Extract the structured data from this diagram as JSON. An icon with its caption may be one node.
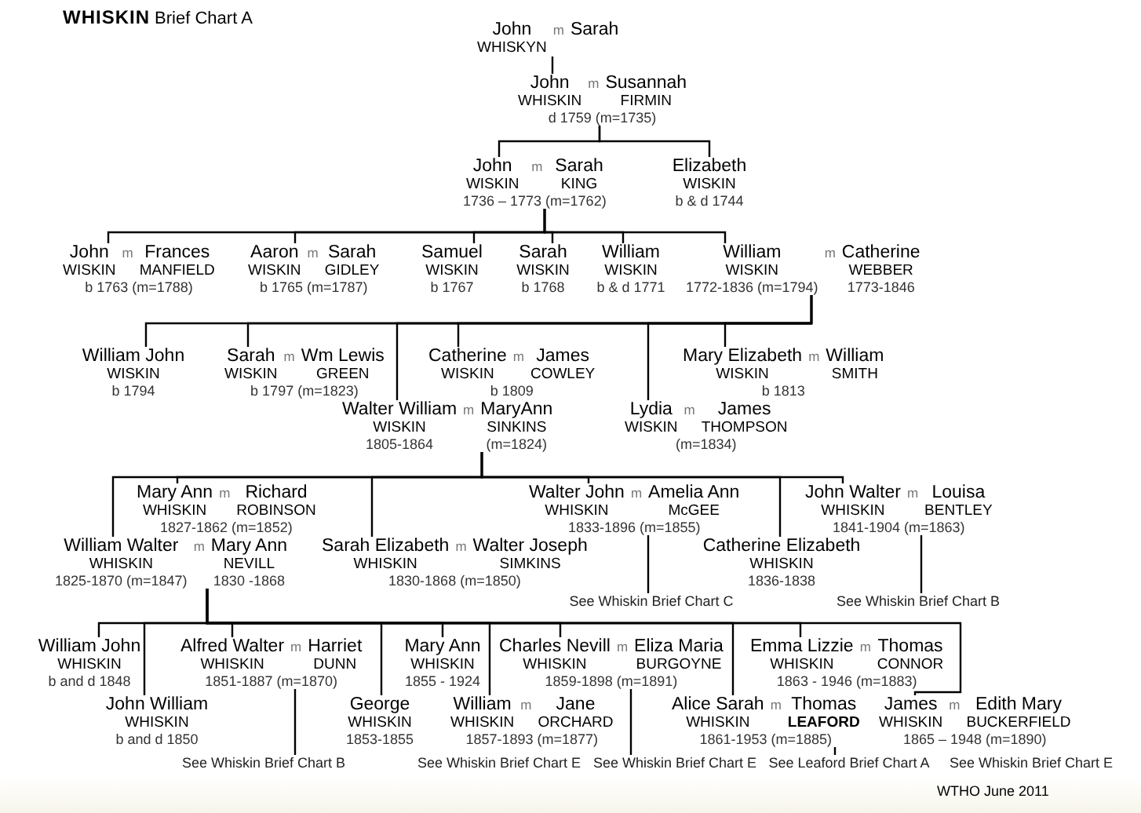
{
  "diagram": {
    "title": "**WHISKIN** Brief Chart A",
    "nodes": [
      {
        "text": [
          "John",
          "m",
          "Sarah",
          "WHISKYN"
        ]
      },
      {
        "text": [
          "John",
          "m",
          "Susannah",
          "WHISKIN",
          "FIRMIN",
          "d 1759 (m=1735)"
        ]
      },
      {
        "text": [
          "John",
          "m",
          "Sarah",
          "WISKIN",
          "KING",
          "1736 – 1773 (m=1762)"
        ]
      },
      {
        "text": [
          "Elizabeth",
          "WISKIN",
          "b & d 1744"
        ]
      },
      {
        "text": [
          "John",
          "m",
          "Frances",
          "WISKIN",
          "MANFIELD",
          "b 1763 (m=1788)"
        ]
      },
      {
        "text": [
          "Aaron",
          "m",
          "Sarah",
          "WISKIN",
          "GIDLEY",
          "b 1765 (m=1787)"
        ]
      },
      {
        "text": [
          "Samuel",
          "WISKIN",
          "b 1767"
        ]
      },
      {
        "text": [
          "Sarah",
          "WISKIN",
          "b 1768"
        ]
      },
      {
        "text": [
          "William",
          "WISKIN",
          "b & d 1771"
        ]
      },
      {
        "text": [
          "William",
          "m",
          "Catherine",
          "WISKIN",
          "WEBBER",
          "1772-1836 (m=1794)",
          "1773-1846"
        ]
      },
      {
        "text": [
          "William John",
          "WISKIN",
          "b 1794"
        ]
      },
      {
        "text": [
          "Sarah",
          "m",
          "Wm Lewis",
          "WISKIN",
          "GREEN",
          "b 1797 (m=1823)"
        ]
      },
      {
        "text": [
          "Catherine",
          "m",
          "James",
          "WISKIN",
          "COWLEY",
          "b 1809"
        ]
      },
      {
        "text": [
          "Mary Elizabeth",
          "m",
          "William",
          "WISKIN",
          "SMITH",
          "b 1813"
        ]
      },
      {
        "text": [
          "Walter William",
          "m",
          "MaryAnn",
          "WISKIN",
          "SINKINS",
          "1805-1864",
          "(m=1824)"
        ]
      },
      {
        "text": [
          "Lydia",
          "m",
          "James",
          "WISKIN",
          "THOMPSON",
          "(m=1834)"
        ]
      },
      {
        "text": [
          "Mary Ann",
          "m",
          "Richard",
          "WHISKIN",
          "ROBINSON",
          "1827-1862 (m=1852)"
        ]
      },
      {
        "text": [
          "Walter John",
          "m",
          "Amelia Ann",
          "WHISKIN",
          "McGEE",
          "1833-1896 (m=1855)"
        ]
      },
      {
        "text": [
          "John Walter",
          "m",
          "Louisa",
          "WHISKIN",
          "BENTLEY",
          "1841-1904 (m=1863)"
        ]
      },
      {
        "text": [
          "William Walter",
          "m",
          "Mary Ann",
          "WHISKIN",
          "NEVILL",
          "1825-1870 (m=1847)",
          "1830 -1868"
        ]
      },
      {
        "text": [
          "Sarah Elizabeth",
          "m",
          "Walter Joseph",
          "WHISKIN",
          "SIMKINS",
          "1830-1868 (m=1850)"
        ]
      },
      {
        "text": [
          "Catherine Elizabeth",
          "WHISKIN",
          "1836-1838"
        ]
      },
      {
        "text": [
          "See Whiskin Brief Chart C"
        ]
      },
      {
        "text": [
          "See Whiskin Brief Chart B"
        ]
      },
      {
        "text": [
          "William John",
          "WHISKIN",
          "b and d 1848"
        ]
      },
      {
        "text": [
          "Alfred Walter",
          "m",
          "Harriet",
          "WHISKIN",
          "DUNN",
          "1851-1887 (m=1870)"
        ]
      },
      {
        "text": [
          "Mary Ann",
          "WHISKIN",
          "1855 - 1924"
        ]
      },
      {
        "text": [
          "Charles Nevill",
          "m",
          "Eliza Maria",
          "WHISKIN",
          "BURGOYNE",
          "1859-1898 (m=1891)"
        ]
      },
      {
        "text": [
          "Emma Lizzie",
          "m",
          "Thomas",
          "WHISKIN",
          "CONNOR",
          "1863 - 1946 (m=1883)"
        ]
      },
      {
        "text": [
          "John William",
          "WHISKIN",
          "b and d 1850"
        ]
      },
      {
        "text": [
          "George",
          "WHISKIN",
          "1853-1855"
        ]
      },
      {
        "text": [
          "William",
          "m",
          "Jane",
          "WHISKIN",
          "ORCHARD",
          "1857-1893 (m=1877)"
        ],
        "beside": [
          "See Whiskin Brief Chart E"
        ]
      },
      {
        "text": [
          "Alice Sarah",
          "m",
          "Thomas",
          "WHISKIN",
          "LEAFORD",
          "1861-1953 (m=1885)"
        ]
      },
      {
        "text": [
          "James",
          "m",
          "Edith Mary",
          "WHISKIN",
          "BUCKERFIELD",
          "1865 – 1948 (m=1890)"
        ],
        "beside": [
          "See Whiskin Brief Chart E"
        ]
      },
      {
        "text": [
          "See Whiskin Brief Chart B"
        ]
      },
      {
        "text": [
          "See Whiskin Brief Chart E"
        ]
      },
      {
        "text": [
          "See Leaford Brief Chart A"
        ]
      }
    ],
    "edges": [
      {
        "from": 0,
        "to": 1,
        "arrow": "none"
      },
      {
        "from": 1,
        "to": 2,
        "arrow": "none"
      },
      {
        "from": 1,
        "to": 3,
        "arrow": "none"
      },
      {
        "from": 2,
        "to": 4,
        "arrow": "none"
      },
      {
        "from": 2,
        "to": 5,
        "arrow": "none"
      },
      {
        "from": 2,
        "to": 6,
        "arrow": "none"
      },
      {
        "from": 2,
        "to": 7,
        "arrow": "none"
      },
      {
        "from": 2,
        "to": 8,
        "arrow": "none"
      },
      {
        "from": 2,
        "to": 9,
        "arrow": "none"
      },
      {
        "from": 9,
        "to": 10,
        "arrow": "none"
      },
      {
        "from": 9,
        "to": 11,
        "arrow": "none"
      },
      {
        "from": 9,
        "to": 12,
        "arrow": "none"
      },
      {
        "from": 9,
        "to": 13,
        "arrow": "none"
      },
      {
        "from": 9,
        "to": 14,
        "arrow": "none"
      },
      {
        "from": 9,
        "to": 15,
        "arrow": "none"
      },
      {
        "from": 14,
        "to": 16,
        "arrow": "none"
      },
      {
        "from": 14,
        "to": 17,
        "arrow": "none"
      },
      {
        "from": 14,
        "to": 18,
        "arrow": "none"
      },
      {
        "from": 14,
        "to": 19,
        "arrow": "none"
      },
      {
        "from": 14,
        "to": 20,
        "arrow": "none"
      },
      {
        "from": 14,
        "to": 21,
        "arrow": "none"
      },
      {
        "from": 17,
        "to": 22,
        "arrow": "none"
      },
      {
        "from": 18,
        "to": 23,
        "arrow": "none"
      },
      {
        "from": 19,
        "to": 24,
        "arrow": "none"
      },
      {
        "from": 19,
        "to": 25,
        "arrow": "none"
      },
      {
        "from": 19,
        "to": 26,
        "arrow": "none"
      },
      {
        "from": 19,
        "to": 27,
        "arrow": "none"
      },
      {
        "from": 19,
        "to": 28,
        "arrow": "none"
      },
      {
        "from": 19,
        "to": 29,
        "arrow": "none"
      },
      {
        "from": 19,
        "to": 30,
        "arrow": "none"
      },
      {
        "from": 19,
        "to": 31,
        "arrow": "none"
      },
      {
        "from": 19,
        "to": 32,
        "arrow": "none"
      },
      {
        "from": 19,
        "to": 33,
        "arrow": "none"
      },
      {
        "from": 25,
        "to": 34,
        "arrow": "none"
      },
      {
        "from": 27,
        "to": 35,
        "arrow": "none"
      },
      {
        "from": 32,
        "to": 36,
        "arrow": "none"
      }
    ],
    "labels": [
      "WTHO June 2011"
    ]
  }
}
